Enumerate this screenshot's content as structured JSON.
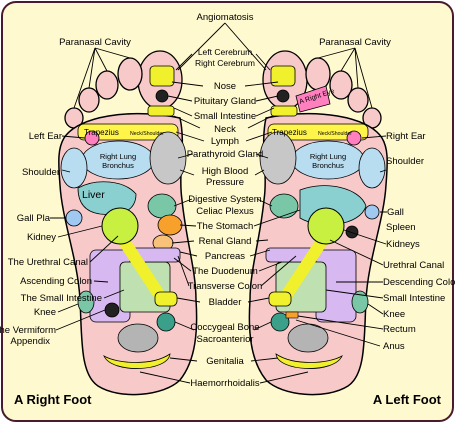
{
  "background": "#fff9cf",
  "border_color": "#4a1a30",
  "foot_color": "#f7c9c9",
  "leader_color": "#000000",
  "labels": [
    {
      "name": "angiomatosis",
      "text": "Angiomatosis"
    },
    {
      "name": "paranasal-cavity-right",
      "text": "Paranasal Cavity"
    },
    {
      "name": "paranasal-cavity-left",
      "text": "Paranasal Cavity"
    },
    {
      "name": "left-cerebrum",
      "text": "Left Cerebrum"
    },
    {
      "name": "right-cerebrum",
      "text": "Right Cerebrum"
    },
    {
      "name": "nose",
      "text": "Nose"
    },
    {
      "name": "pituitary-gland",
      "text": "Pituitary Gland"
    },
    {
      "name": "small-intestine-top",
      "text": "Small Intestine"
    },
    {
      "name": "neck",
      "text": "Neck"
    },
    {
      "name": "lymph",
      "text": "Lymph"
    },
    {
      "name": "parathyroid-gland",
      "text": "Parathyroid Gland"
    },
    {
      "name": "high-blood-pressure-1",
      "text": "High Blood"
    },
    {
      "name": "high-blood-pressure-2",
      "text": "Pressure"
    },
    {
      "name": "digestive-system",
      "text": "Digestive System"
    },
    {
      "name": "celiac-plexus",
      "text": "Celiac Plexus"
    },
    {
      "name": "the-stomach",
      "text": "The Stomach"
    },
    {
      "name": "renal-gland",
      "text": "Renal Gland"
    },
    {
      "name": "pancreas",
      "text": "Pancreas"
    },
    {
      "name": "the-duodenum",
      "text": "The Duodenum"
    },
    {
      "name": "transverse-colon",
      "text": "Transverse Colon"
    },
    {
      "name": "bladder",
      "text": "Bladder"
    },
    {
      "name": "coccygeal-bone",
      "text": "Coccygeal Bone"
    },
    {
      "name": "sacroanterior",
      "text": "Sacroanterior"
    },
    {
      "name": "genitalia",
      "text": "Genitalia"
    },
    {
      "name": "haemorrhoidalis",
      "text": "Haemorrhoidalis"
    },
    {
      "name": "left-ear",
      "text": "Left Ear"
    },
    {
      "name": "shoulder-right-foot",
      "text": "Shoulder"
    },
    {
      "name": "liver",
      "text": "Liver"
    },
    {
      "name": "gall-pla",
      "text": "Gall Pla"
    },
    {
      "name": "kidney",
      "text": "Kidney"
    },
    {
      "name": "urethral-canal-right-foot",
      "text": "The Urethral Canal"
    },
    {
      "name": "ascending-colon",
      "text": "Ascending Colon"
    },
    {
      "name": "small-intestine-right-foot",
      "text": "The Small Intestine"
    },
    {
      "name": "knee-right-foot",
      "text": "Knee"
    },
    {
      "name": "vermiform-1",
      "text": "The Vermiform"
    },
    {
      "name": "vermiform-2",
      "text": "Appendix"
    },
    {
      "name": "right-ear",
      "text": "Right Ear"
    },
    {
      "name": "shoulder-left-foot",
      "text": "Shoulder"
    },
    {
      "name": "gall",
      "text": "Gall"
    },
    {
      "name": "spleen",
      "text": "Spleen"
    },
    {
      "name": "kidneys",
      "text": "Kidneys"
    },
    {
      "name": "urethral-canal-left-foot",
      "text": "Urethral Canal"
    },
    {
      "name": "descending-colon",
      "text": "Descending Colon"
    },
    {
      "name": "small-intestine-left-foot",
      "text": "Small Intestine"
    },
    {
      "name": "knee-left-foot",
      "text": "Knee"
    },
    {
      "name": "rectum",
      "text": "Rectum"
    },
    {
      "name": "anus",
      "text": "Anus"
    },
    {
      "name": "trapezius-right",
      "text": "Trapezius"
    },
    {
      "name": "neck-shoulder-right",
      "text": "Neck/Shoulder"
    },
    {
      "name": "trapezius-left",
      "text": "Trapezius"
    },
    {
      "name": "neck-shoulder-left",
      "text": "Neck/Shoulder"
    },
    {
      "name": "right-lung-1",
      "text": "Right Lung"
    },
    {
      "name": "right-lung-2",
      "text": "Bronchus"
    },
    {
      "name": "left-lung-1",
      "text": "Right Lung"
    },
    {
      "name": "left-lung-2",
      "text": "Bronchus"
    },
    {
      "name": "a-right-eye",
      "text": "A Right Eye"
    },
    {
      "name": "right-foot-title",
      "text": "A Right Foot"
    },
    {
      "name": "left-foot-title",
      "text": "A Left Foot"
    }
  ]
}
